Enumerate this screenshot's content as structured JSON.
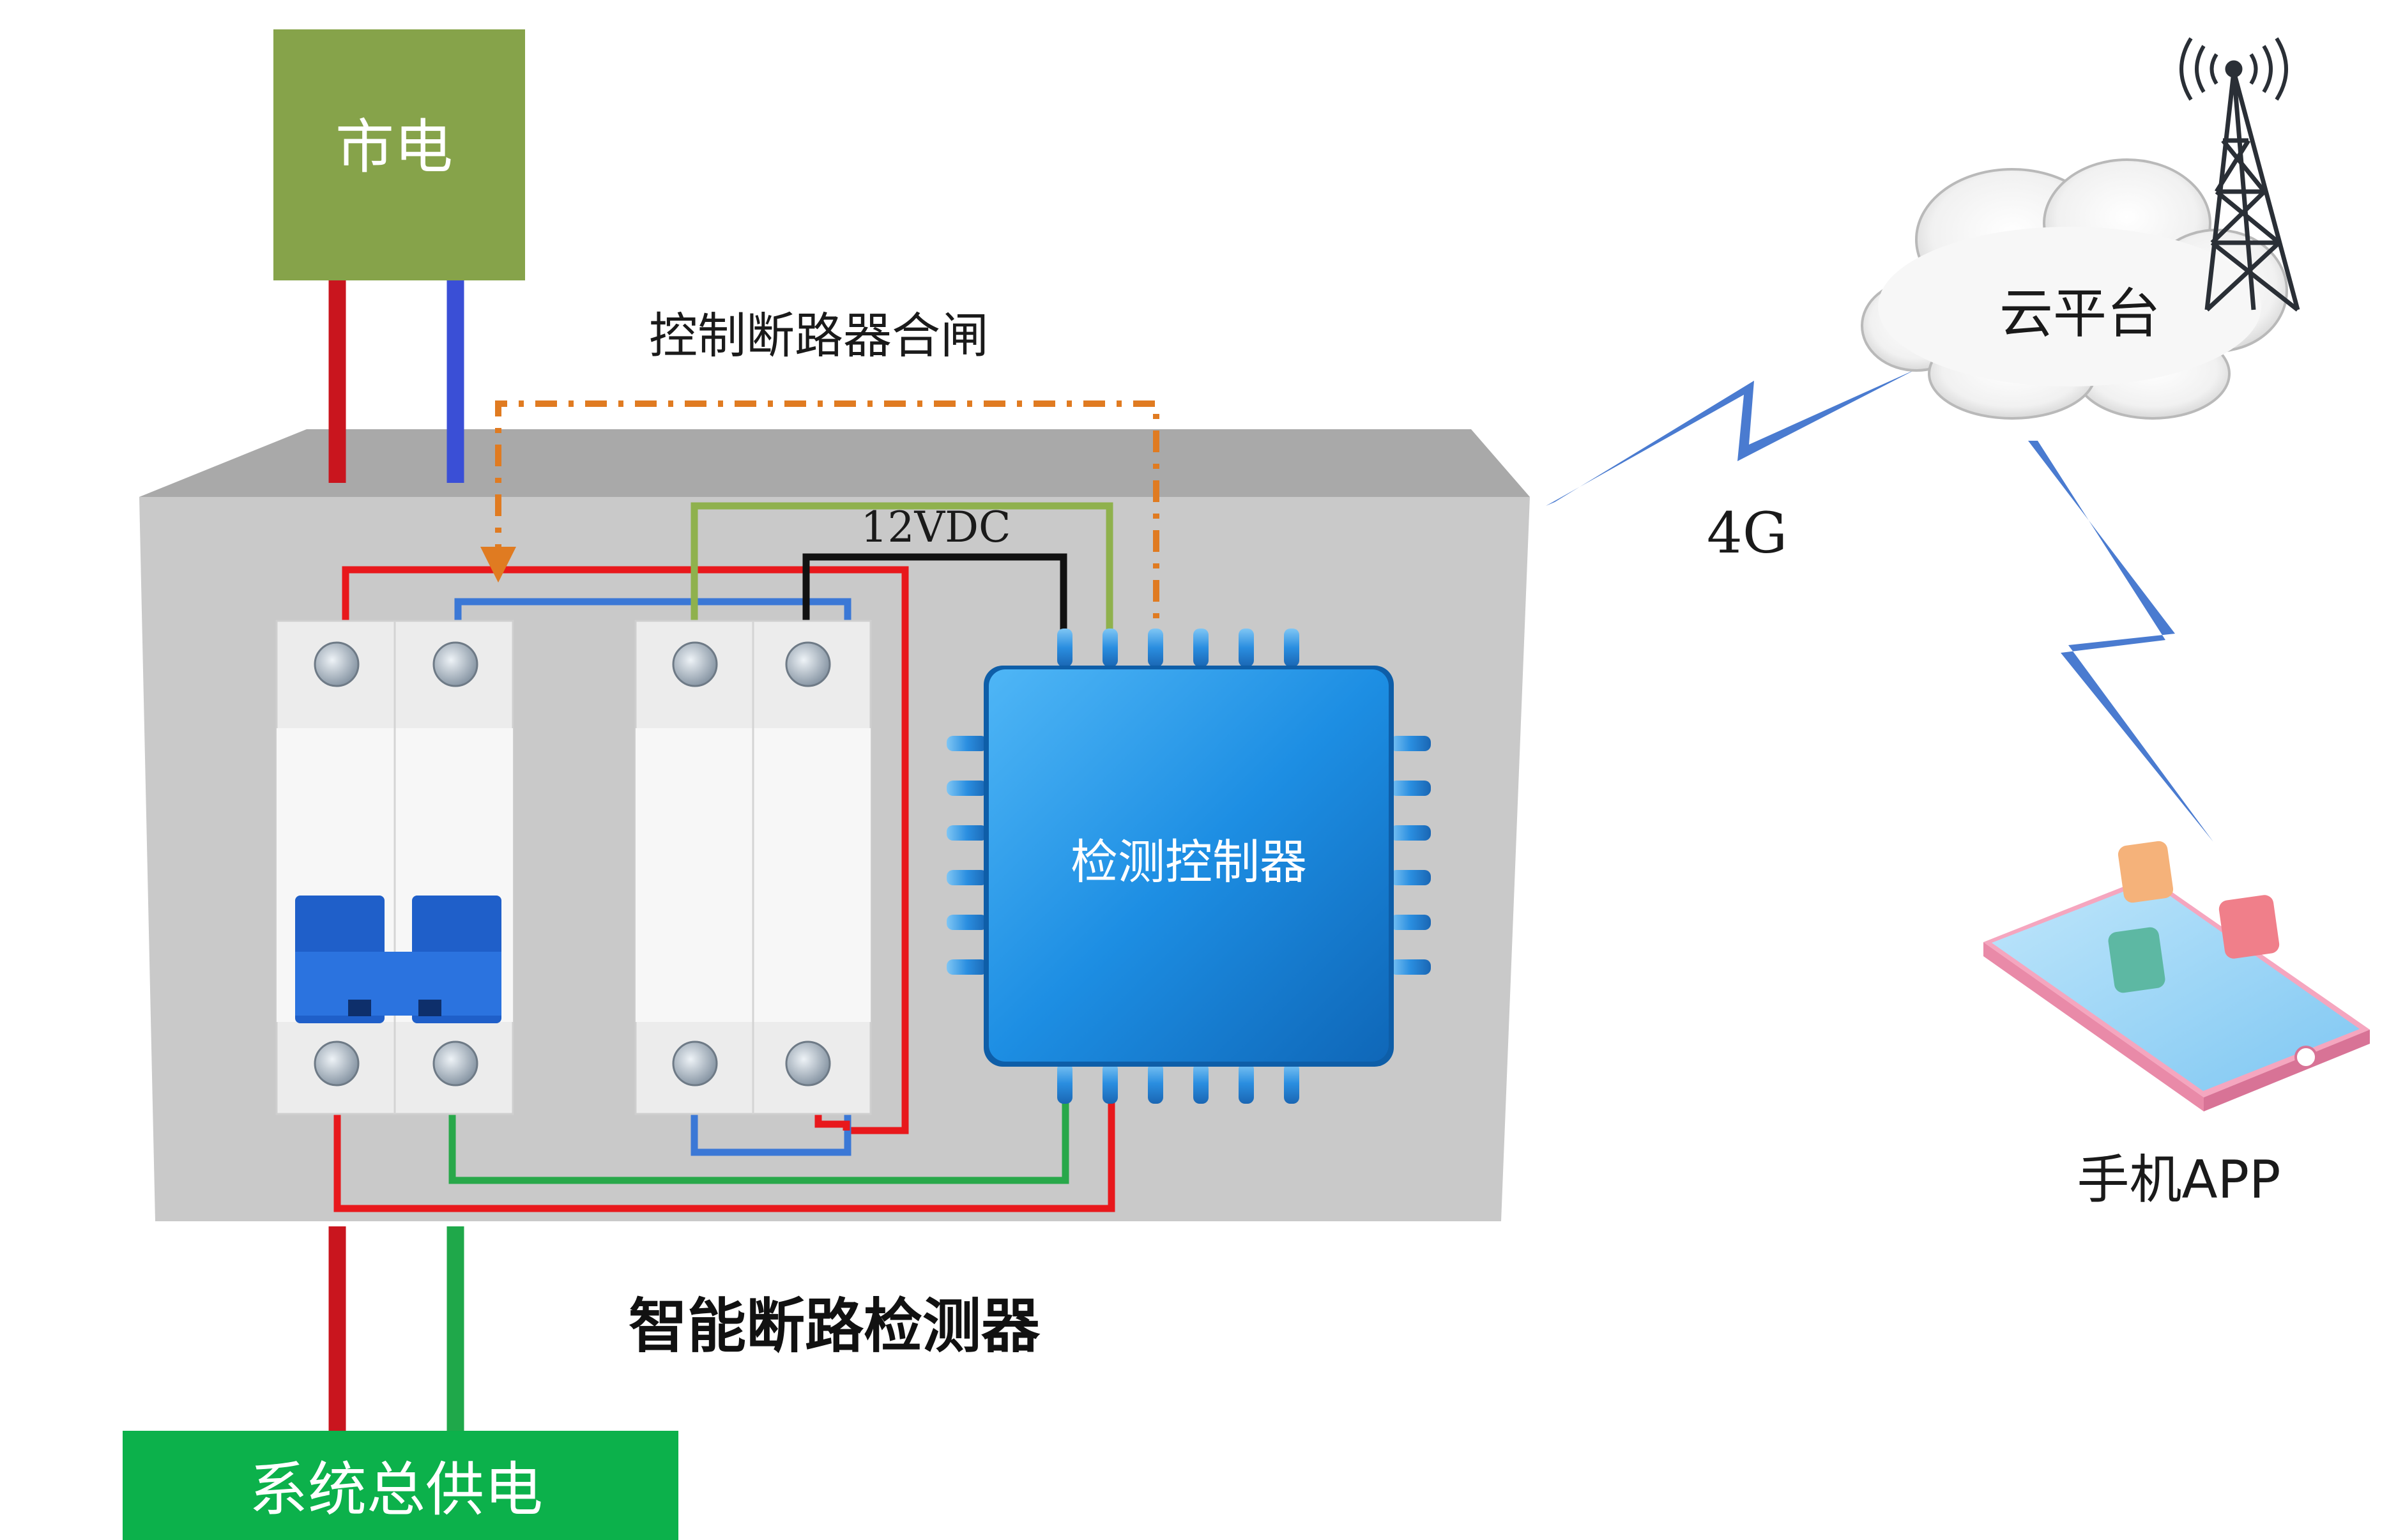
{
  "labels": {
    "mains": "市电",
    "system_supply": "系统总供电",
    "device_name": "智能断路检测器",
    "control_label": "控制断路器合闸",
    "voltage_label": "12VDC",
    "controller_label": "检测控制器",
    "network_label": "4G",
    "cloud_label": "云平台",
    "app_label": "手机APP"
  },
  "colors": {
    "mains_box": "#86a34a",
    "supply_box": "#0cb14b",
    "enclosure_front": "#c9c9c9",
    "enclosure_top": "#a7a7a7",
    "wire_live": "#e8181c",
    "wire_live_external": "#c9151e",
    "wire_neutral_external": "#3a4fd6",
    "wire_blue": "#3b78d6",
    "wire_green": "#28a84a",
    "wire_olive": "#8fb14d",
    "wire_black": "#111111",
    "control_line": "#e07b21",
    "chip_body": "#1e8be0",
    "lightning": "#4a7bd0"
  },
  "icons": [
    "breaker-2pole-icon",
    "relay-module-icon",
    "chip-icon",
    "cloud-icon",
    "signal-tower-icon",
    "smartphone-icon",
    "lightning-bolt-icon"
  ]
}
